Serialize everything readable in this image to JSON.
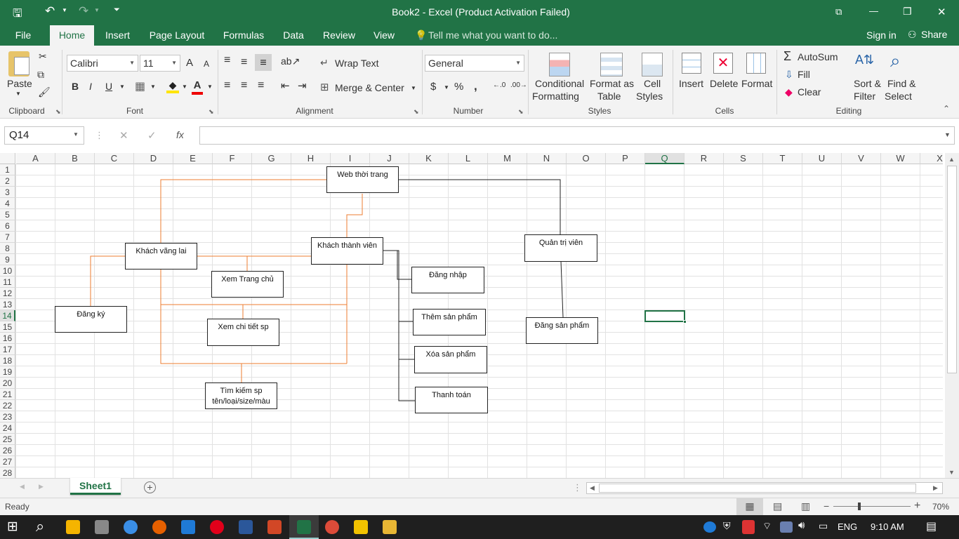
{
  "window": {
    "title": "Book2 - Excel (Product Activation Failed)",
    "controls": {
      "restore_ribbon": "⧉",
      "minimize": "—",
      "maximize": "❐",
      "close": "✕"
    }
  },
  "menu": {
    "tabs": [
      {
        "label": "File"
      },
      {
        "label": "Home",
        "active": true
      },
      {
        "label": "Insert"
      },
      {
        "label": "Page Layout"
      },
      {
        "label": "Formulas"
      },
      {
        "label": "Data"
      },
      {
        "label": "Review"
      },
      {
        "label": "View"
      }
    ],
    "tell_me": "Tell me what you want to do...",
    "sign_in": "Sign in",
    "share": "Share"
  },
  "ribbon": {
    "clipboard": {
      "paste": "Paste",
      "label": "Clipboard"
    },
    "font": {
      "name": "Calibri",
      "size": "11",
      "label": "Font",
      "bold": "B",
      "italic": "I",
      "underline": "U",
      "grow": "A",
      "shrink": "A"
    },
    "alignment": {
      "wrap": "Wrap Text",
      "merge": "Merge & Center",
      "label": "Alignment"
    },
    "number": {
      "format": "General",
      "label": "Number",
      "currency": "$",
      "percent": "%",
      "comma": ","
    },
    "styles": {
      "conditional": "Conditional",
      "conditional2": "Formatting",
      "format_as": "Format as",
      "format_as2": "Table",
      "cell": "Cell",
      "cell2": "Styles",
      "label": "Styles"
    },
    "cells": {
      "insert": "Insert",
      "delete": "Delete",
      "format": "Format",
      "label": "Cells"
    },
    "editing": {
      "autosum": "AutoSum",
      "fill": "Fill",
      "clear": "Clear",
      "sort": "Sort &",
      "sort2": "Filter",
      "find": "Find &",
      "find2": "Select",
      "label": "Editing"
    }
  },
  "formula_bar": {
    "name_box": "Q14",
    "fx": "fx",
    "cancel": "✕",
    "enter": "✓",
    "value": ""
  },
  "grid": {
    "columns": [
      "A",
      "B",
      "C",
      "D",
      "E",
      "F",
      "G",
      "H",
      "I",
      "J",
      "K",
      "L",
      "M",
      "N",
      "O",
      "P",
      "Q",
      "R",
      "S",
      "T",
      "U",
      "V",
      "W",
      "X"
    ],
    "rows": [
      "1",
      "2",
      "3",
      "4",
      "5",
      "6",
      "7",
      "8",
      "9",
      "10",
      "11",
      "12",
      "13",
      "14",
      "15",
      "16",
      "17",
      "18",
      "19",
      "20",
      "21",
      "22",
      "23",
      "24",
      "25",
      "26",
      "27",
      "28"
    ],
    "selected_col": "Q",
    "selected_row": "14"
  },
  "shapes": {
    "web": "Web thời trang",
    "khach_vang_lai": "Khách vãng lai",
    "khach_thanh_vien": "Khách thành viên",
    "quan_tri_vien": "Quản trị viên",
    "xem_trang_chu": "Xem Trang chủ",
    "dang_nhap": "Đăng nhập",
    "dang_ky": "Đăng ký",
    "them_san_pham": "Thêm sản phẩm",
    "dang_san_pham": "Đăng sản phẩm",
    "xem_chi_tiet": "Xem chi tiết sp",
    "xoa_san_pham": "Xóa sản phẩm",
    "thanh_toan": "Thanh toán",
    "tim_kiem_1": "Tìm kiếm sp",
    "tim_kiem_2": "tên/loại/size/màu"
  },
  "colors": {
    "excel_green": "#217346",
    "orange_connector": "#ed7d31",
    "black_connector": "#222222"
  },
  "sheets": {
    "active": "Sheet1",
    "add": "+"
  },
  "status": {
    "ready": "Ready",
    "zoom": "70%"
  },
  "taskbar": {
    "language": "ENG",
    "time": "9:10 AM"
  }
}
